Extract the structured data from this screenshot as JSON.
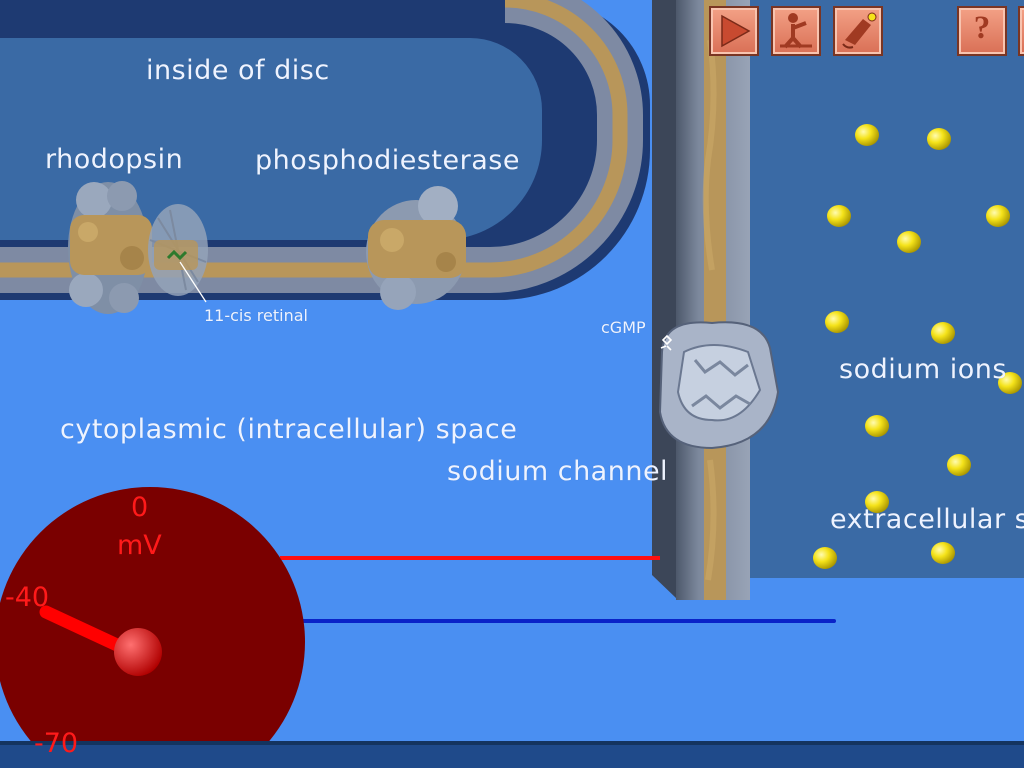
{
  "labels": {
    "inside_disc": "inside of disc",
    "rhodopsin": "rhodopsin",
    "phosphodiesterase": "phosphodiesterase",
    "retinal": "11-cis retinal",
    "cgmp": "cGMP",
    "sodium_ions": "sodium ions",
    "cytoplasmic": "cytoplasmic (intracellular) space",
    "sodium_channel": "sodium channel",
    "extracellular": "extracellular s"
  },
  "toolbar": {
    "play_icon": "play-icon",
    "guide_icon": "guide-figure-icon",
    "ion_icon": "ion-gun-icon",
    "help_label": "?",
    "help_icon": "help-icon"
  },
  "voltmeter": {
    "unit": "mV",
    "tick_top": "0",
    "tick_mid": "-40",
    "tick_bottom": "-70",
    "reading_mv": -40
  },
  "colors": {
    "cytoplasm": "#4a8ff2",
    "disc_interior": "#3a6aa5",
    "membrane": "#8a96ad",
    "lipid_core": "#b8965a",
    "sodium": "#f5e31a",
    "gauge": "#7a0000",
    "gauge_text": "#ff1a1a",
    "red_trace": "#ff1010",
    "blue_trace": "#0a23c8"
  }
}
